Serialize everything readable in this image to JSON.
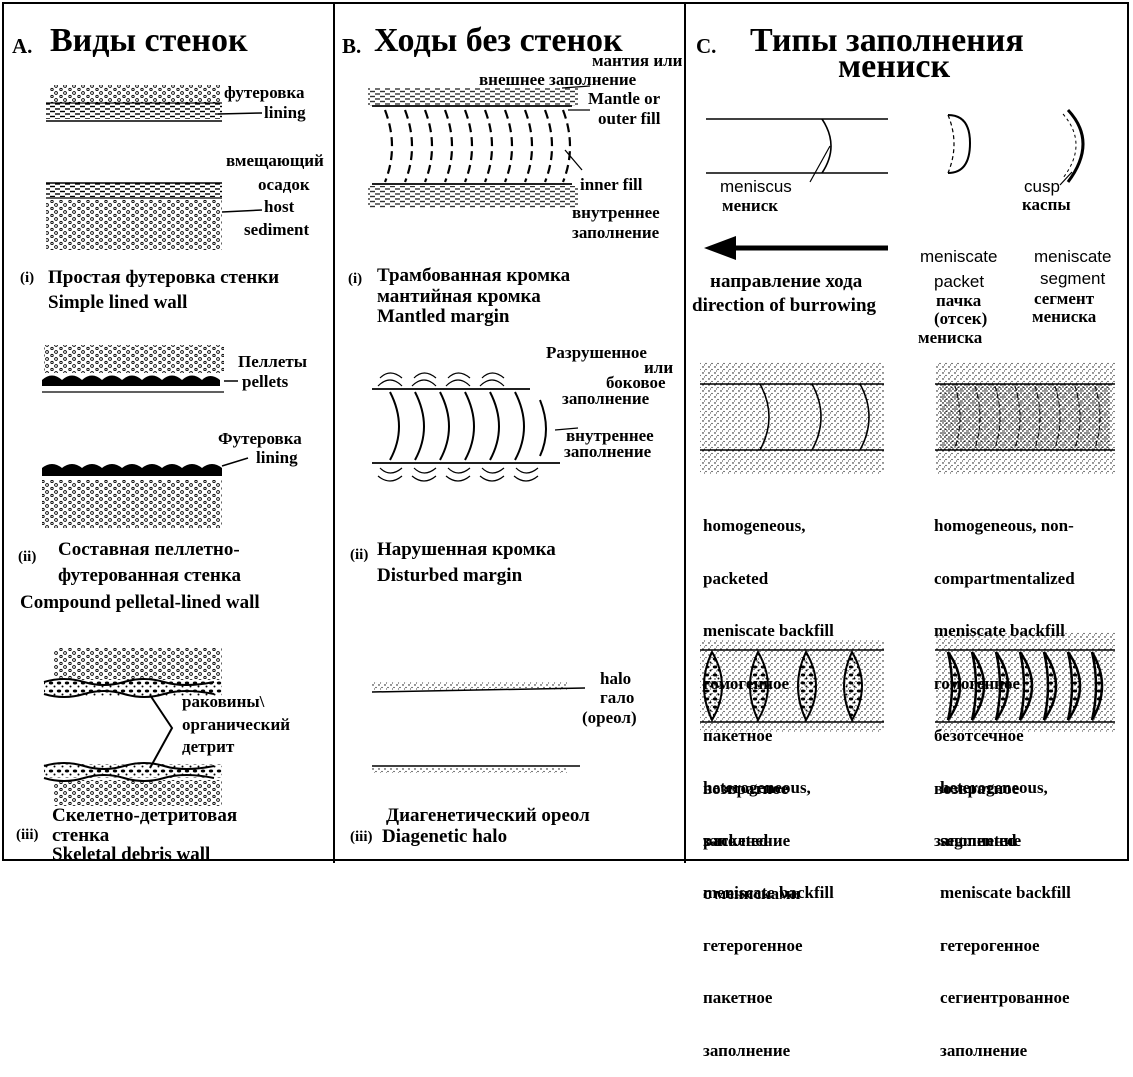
{
  "panelA": {
    "letter": "A.",
    "title": "Виды стенок",
    "label_futerovka": "футеровка",
    "label_lining_1": "lining",
    "label_vmeshch": "вмещающий",
    "label_osadok": "осадок",
    "label_host": "host",
    "label_sediment": "sediment",
    "roman_i": "(i)",
    "caption_i_ru": "Простая футеровка стенки",
    "caption_i_en": "Simple lined wall",
    "label_pellety": "Пеллеты",
    "label_pellets": "pellets",
    "label_futerovka2": "Футеровка",
    "label_lining_2": "lining",
    "roman_ii": "(ii)",
    "caption_ii_ru_1": "Составная пеллетно-",
    "caption_ii_ru_2": "футерованная стенка",
    "caption_ii_en": "Compound pelletal-lined wall",
    "label_rakoviny": "раковины\\",
    "label_organ": "органический",
    "label_detrit": "детрит",
    "roman_iii": "(iii)",
    "caption_iii_ru_1": "Скелетно-детритовая",
    "caption_iii_ru_2": "стенка",
    "caption_iii_en": "Skeletal debris wall"
  },
  "panelB": {
    "letter": "B.",
    "title": "Ходы без стенок",
    "label_mantiya": "мантия или",
    "label_vneshnee": "внешнее заполнение",
    "label_mantle": "Mantle or",
    "label_outer": "outer fill",
    "label_inner": "inner fill",
    "label_vnutr1": "внутреннее",
    "label_zapoln1": "заполнение",
    "roman_i": "(i)",
    "caption_i_ru_1": "Трамбованная кромка",
    "caption_i_ru_2": "мантийная кромка",
    "caption_i_en": "Mantled margin",
    "label_razrush": "Разрушенное",
    "label_ili": "или",
    "label_bokovoe": "боковое",
    "label_zapoln2": "заполнение",
    "label_vnutr2": "внутреннее",
    "label_zapoln3": "заполнение",
    "roman_ii": "(ii)",
    "caption_ii_ru": "Нарушенная кромка",
    "caption_ii_en": "Disturbed margin",
    "label_halo": "halo",
    "label_galo": "гало",
    "label_oreol": "(ореол)",
    "caption_iii_ru": "Диагенетический ореол",
    "roman_iii": "(iii)",
    "caption_iii_en": "Diagenetic halo"
  },
  "panelC": {
    "letter": "C.",
    "title": "Типы заполнения",
    "title2": "мениск",
    "label_meniscus": "meniscus",
    "label_menisk": "мениск",
    "label_cusp": "cusp",
    "label_kaspy": "каспы",
    "label_meniscate1": "meniscate",
    "label_packet": "packet",
    "label_pachka": "пачка",
    "label_otsek": "(отсек)",
    "label_meniska1": "мениска",
    "label_meniscate2": "meniscate",
    "label_segment": "segment",
    "label_segment_ru": "сегмент",
    "label_meniska2": "мениска",
    "label_napr": "направление хода",
    "label_direction": "direction of burrowing",
    "caption1": [
      "homogeneous,",
      "packeted",
      "meniscate backfill",
      "гомогенное",
      "пакетное",
      "возвратное",
      "заполнение",
      "с менисками"
    ],
    "caption2": [
      "homogeneous, non-",
      "compartmentalized",
      "meniscate backfill",
      "гомогенное",
      "безотсечное",
      "возвратное",
      "заполнение"
    ],
    "caption3": [
      "heterogeneous,",
      "packeted",
      "meniscate backfill",
      "гетерогенное",
      "пакетное",
      "заполнение"
    ],
    "caption4": [
      "heterogeneous,",
      "segmented",
      "meniscate backfill",
      "гетерогенное",
      "сегиентрованное",
      "заполнение"
    ]
  }
}
